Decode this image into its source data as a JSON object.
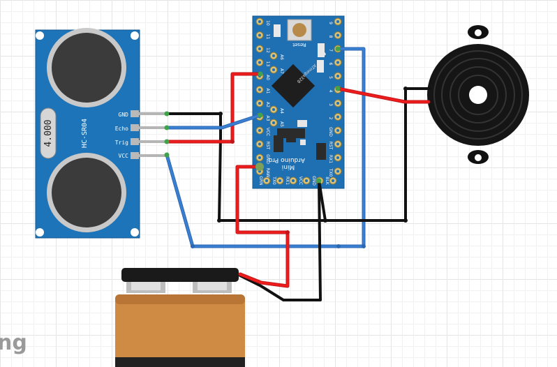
{
  "sensor": {
    "name": "HC-SR04",
    "crystal": "4.000",
    "pins": [
      "GND",
      "Echo",
      "Trig",
      "VCC"
    ]
  },
  "arduino": {
    "line1": "Arduino Pro",
    "line2": "Mini",
    "chip": "ATmega328",
    "reset_label": "Reset",
    "left_pins": [
      "10",
      "11",
      "12",
      "13",
      "A0",
      "A1",
      "A2",
      "A3",
      "VCC",
      "RST",
      "GND",
      "RAW"
    ],
    "right_pins": [
      "9",
      "8",
      "7",
      "6",
      "5",
      "4",
      "3",
      "2",
      "GND",
      "RST",
      "RX1",
      "TX0"
    ],
    "bottom_pins": [
      "GRN",
      "TX0",
      "RX1",
      "VCC",
      "GND",
      "BLK"
    ],
    "inner_pins": [
      "A6",
      "A7",
      "A4",
      "A5"
    ]
  },
  "watermark": "ng",
  "colors": {
    "sensor_board": "#1d74b8",
    "arduino_board": "#1f6fb3",
    "wire_black": "#111111",
    "wire_red": "#ef1c1c",
    "wire_blue": "#3a7fd2",
    "battery_body": "#cf8a43"
  }
}
